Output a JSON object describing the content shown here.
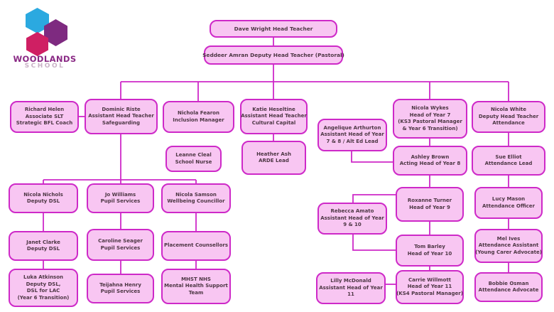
{
  "page": {
    "background": "#ffffff",
    "type": "school-organisation-chart"
  },
  "logo": {
    "title": "WOODLANDS",
    "subtitle": "SCHOOL",
    "hex_blue": "#2ba9e0",
    "hex_purple": "#7e2a80",
    "hex_pink": "#cf1f63",
    "title_color": "#8a2a85",
    "subtitle_color": "#c9b2c6"
  },
  "colors": {
    "box_fill": "#f8c6f2",
    "box_border": "#ce29c8",
    "connector": "#ce29c8",
    "text": "#4d3744"
  },
  "nodes": {
    "dave-wright": {
      "lines": [
        "Dave Wright Head Teacher"
      ]
    },
    "seddeer-amran": {
      "lines": [
        "Seddeer Amran Deputy Head Teacher (Pastoral)"
      ]
    },
    "richard-helen": {
      "lines": [
        "Richard Helen",
        "Associate SLT",
        "Strategic BFL Coach"
      ]
    },
    "dominic-riste": {
      "lines": [
        "Dominic Riste",
        "Assistant Head Teacher",
        "Safeguarding"
      ]
    },
    "nichola-fearon": {
      "lines": [
        "Nichola Fearon",
        "Inclusion  Manager"
      ]
    },
    "katie-heseltine": {
      "lines": [
        "Katie Heseltine",
        "Assistant Head Teacher",
        "Cultural Capital"
      ]
    },
    "angelique-arthurton": {
      "lines": [
        "Angelique Arthurton",
        "Assistant Head of Year",
        "7 & 8 / Alt Ed Lead"
      ]
    },
    "nicola-wykes": {
      "lines": [
        "Nicola Wykes",
        "Head of Year 7",
        "(KS3 Pastoral Manager",
        "& Year 6 Transition)"
      ]
    },
    "nicola-white": {
      "lines": [
        "Nicola White",
        "Deputy Head Teacher",
        "Attendance"
      ]
    },
    "leanne-cleal": {
      "lines": [
        "Leanne Cleal",
        "School Nurse"
      ]
    },
    "heather-ash": {
      "lines": [
        "Heather Ash",
        "ARDE Lead"
      ]
    },
    "ashley-brown": {
      "lines": [
        "Ashley Brown",
        "Acting Head of Year 8"
      ]
    },
    "sue-elliot": {
      "lines": [
        "Sue Elliot",
        "Attendance Lead"
      ]
    },
    "nicola-nichols": {
      "lines": [
        "Nicola Nichols",
        "Deputy DSL"
      ]
    },
    "jo-williams": {
      "lines": [
        "Jo Williams",
        "Pupil Services"
      ]
    },
    "nicola-samson": {
      "lines": [
        "Nicola Samson",
        "Wellbeing Councillor"
      ]
    },
    "rebecca-amato": {
      "lines": [
        "Rebecca Amato",
        "Assistant Head of Year",
        "9 & 10"
      ]
    },
    "roxanne-turner": {
      "lines": [
        "Roxanne Turner",
        "Head of Year 9"
      ]
    },
    "lucy-mason": {
      "lines": [
        "Lucy Mason",
        "Attendance Officer"
      ]
    },
    "janet-clarke": {
      "lines": [
        "Janet Clarke",
        "Deputy DSL"
      ]
    },
    "caroline-seager": {
      "lines": [
        "Caroline Seager",
        "Pupil Services"
      ]
    },
    "placement-counsellors": {
      "lines": [
        "Placement Counsellors"
      ]
    },
    "tom-barley": {
      "lines": [
        "Tom Barley",
        "Head of Year 10"
      ]
    },
    "mel-ives": {
      "lines": [
        "Mel Ives",
        "Attendance Assistant",
        "(Young Carer Advocate)"
      ]
    },
    "luka-atkinson": {
      "lines": [
        "Luka Atkinson",
        "Deputy DSL,",
        "DSL for LAC",
        "(Year 6 Transition)"
      ]
    },
    "teijahna-henry": {
      "lines": [
        "Teijahna Henry",
        "Pupil Services"
      ]
    },
    "mhst-nhs": {
      "lines": [
        "MHST NHS",
        "Mental Health Support",
        "Team"
      ]
    },
    "lilly-mcdonald": {
      "lines": [
        "Lilly McDonald",
        "Assistant Head of Year",
        "11"
      ]
    },
    "carrie-willmott": {
      "lines": [
        "Carrie Willmott",
        "Head of Year 11",
        "(KS4 Pastoral Manager)"
      ]
    },
    "bobbie-osman": {
      "lines": [
        "Bobbie Osman",
        "Attendance Advocate"
      ]
    }
  }
}
